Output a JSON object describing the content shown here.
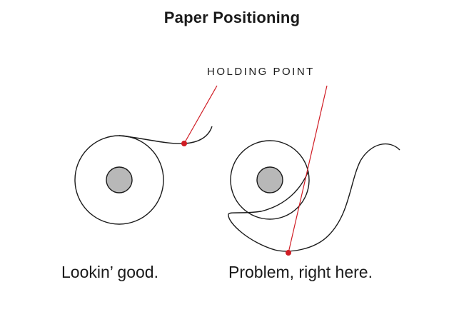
{
  "title": "Paper Positioning",
  "callout_label": "HOLDING POINT",
  "captions": {
    "good": "Lookin’ good.",
    "bad": "Problem, right here."
  },
  "colors": {
    "line": "#1a1a1a",
    "accent": "#d01c24",
    "core_fill": "#b8b8b8"
  }
}
